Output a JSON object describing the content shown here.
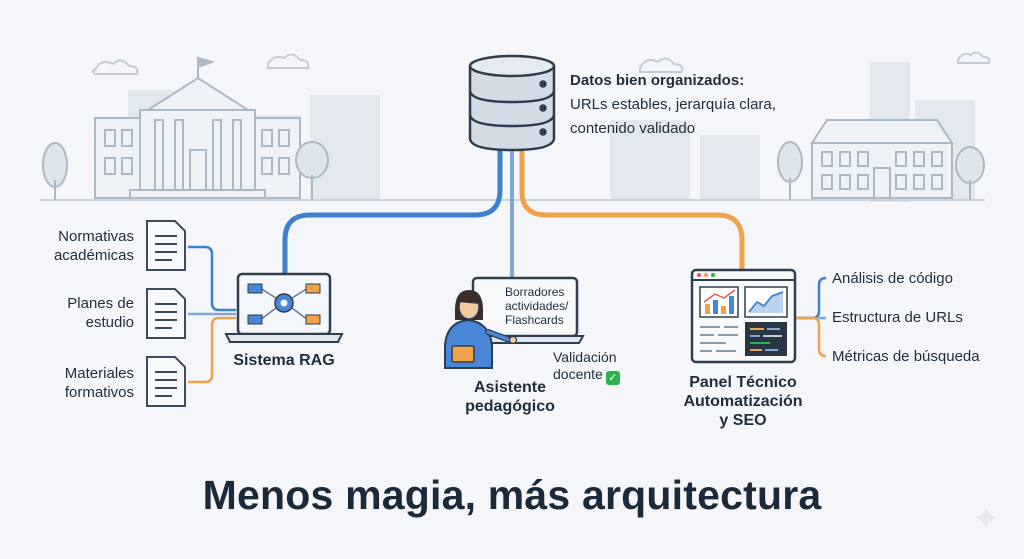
{
  "db_label": {
    "title": "Datos bien organizados:",
    "line1": "URLs estables, jerarquía clara,",
    "line2": "contenido validado"
  },
  "sources": [
    {
      "line1": "Normativas",
      "line2": "académicas"
    },
    {
      "line1": "Planes de",
      "line2": "estudio"
    },
    {
      "line1": "Materiales",
      "line2": "formativos"
    }
  ],
  "rag": {
    "label": "Sistema RAG"
  },
  "assistant": {
    "screen_line1": "Borradores",
    "screen_line2": "actividades/",
    "screen_line3": "Flashcards",
    "validation_line1": "Validación",
    "validation_line2": "docente",
    "validation_check": "✓",
    "label_line1": "Asistente",
    "label_line2": "pedagógico"
  },
  "panel": {
    "label_line1": "Panel Técnico",
    "label_line2": "Automatización",
    "label_line3": "y SEO"
  },
  "outputs": [
    "Análisis de código",
    "Estructura de URLs",
    "Métricas de búsqueda"
  ],
  "main_title": "Menos magia, más arquitectura",
  "colors": {
    "blue": "#3f7fd0",
    "orange": "#f0a24a",
    "lightblue": "#7fa8d8",
    "skyline": "#dde3ea",
    "dark": "#1b2a3b"
  }
}
